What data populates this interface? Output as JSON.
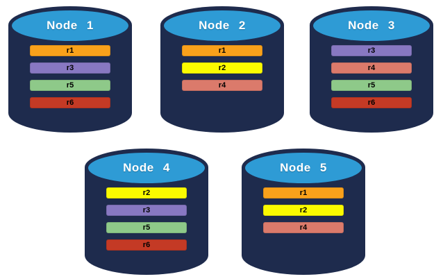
{
  "colors": {
    "background": "#FFFFFF",
    "cylinder_body": "#1E2B4D",
    "cylinder_top": "#2E9BD5",
    "node_label_text": "#FFFFFF",
    "replica_label_text": "#000000"
  },
  "replica_colors": {
    "r1": "#F9A11B",
    "r2": "#FBFB00",
    "r3": "#8878C2",
    "r4": "#DB7A6B",
    "r5": "#8EC989",
    "r6": "#C43A25"
  },
  "nodes": [
    {
      "label": "Node 1",
      "replicas": [
        "r1",
        "r3",
        "r5",
        "r6"
      ]
    },
    {
      "label": "Node 2",
      "replicas": [
        "r1",
        "r2",
        "r4"
      ]
    },
    {
      "label": "Node 3",
      "replicas": [
        "r3",
        "r4",
        "r5",
        "r6"
      ]
    },
    {
      "label": "Node 4",
      "replicas": [
        "r2",
        "r3",
        "r5",
        "r6"
      ]
    },
    {
      "label": "Node 5",
      "replicas": [
        "r1",
        "r2",
        "r4"
      ]
    }
  ]
}
